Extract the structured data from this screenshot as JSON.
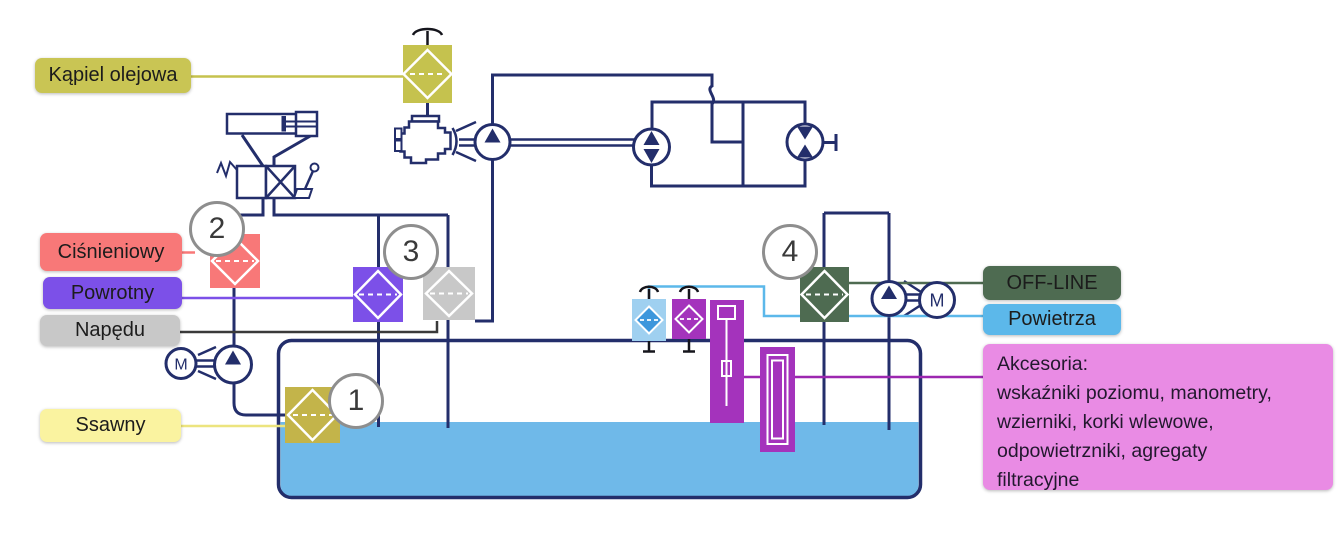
{
  "labels": {
    "oil_bath": "Kąpiel olejowa",
    "pressure": "Ciśnieniowy",
    "return": "Powrotny",
    "drive": "Napędu",
    "suction": "Ssawny",
    "offline": "OFF-LINE",
    "air": "Powietrza",
    "accessories": "Akcesoria:\nwskaźniki poziomu, manometry,\nwzierniki, korki wlewowe,\nodpowietrzniki, agregaty\nfiltracyjne"
  },
  "markers": [
    "1",
    "2",
    "3",
    "4"
  ],
  "motor_letter": "M",
  "colors": {
    "line_navy": "#232e6b",
    "olive": "#c9c554",
    "olive_filter": "#c3b44a",
    "salmon": "#f87878",
    "violet": "#7c50e8",
    "gray": "#c8c8c8",
    "drive_line": "#3a3a3a",
    "pale_yellow": "#faf3a0",
    "pale_yellow_line": "#ece47e",
    "dark_green": "#4e6b51",
    "sky_blue": "#5cb8ea",
    "air_filter_block": "#9fd0f0",
    "air_filter_diamond": "#3e97dc",
    "orchid": "#e98be4",
    "magenta": "#a433bc",
    "magenta_line": "#9c27b0",
    "tank_liquid": "#6fb9e9",
    "marker_ring": "#8e8e8e"
  }
}
